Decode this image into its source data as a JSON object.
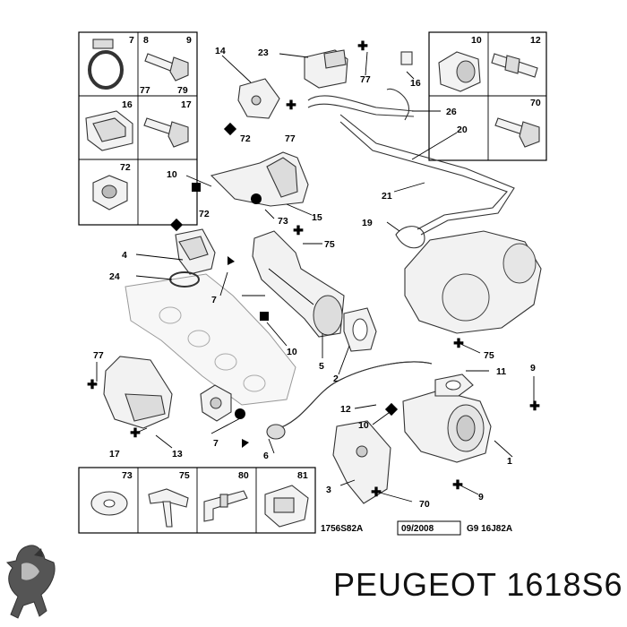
{
  "callouts": {
    "c1": "1",
    "c2": "2",
    "c3": "3",
    "c4": "4",
    "c5": "5",
    "c6": "6",
    "c7a": "7",
    "c7b": "7",
    "c7c": "7",
    "c8": "8",
    "c9a": "9",
    "c9b": "9",
    "c10a": "10",
    "c10b": "10",
    "c10c": "10",
    "c10d": "10",
    "c11": "11",
    "c12a": "12",
    "c12b": "12",
    "c13": "13",
    "c14": "14",
    "c15": "15",
    "c16a": "16",
    "c16b": "16",
    "c17a": "17",
    "c17b": "17",
    "c19": "19",
    "c20": "20",
    "c21": "21",
    "c23": "23",
    "c24": "24",
    "c26": "26",
    "c70a": "70",
    "c70b": "70",
    "c72a": "72",
    "c72b": "72",
    "c72c": "72",
    "c73a": "73",
    "c73b": "73",
    "c75a": "75",
    "c75b": "75",
    "c75c": "75",
    "c77a": "77",
    "c77b": "77",
    "c77c": "77",
    "c77d": "77",
    "c79": "79",
    "c80": "80",
    "c81": "81"
  },
  "codes": {
    "left": "1756S82A",
    "date": "09/2008",
    "right": "G9 16J82A"
  },
  "brand_text": "PEUGEOT 1618S6",
  "colors": {
    "ink": "#000000",
    "part_fill": "#f2f2f2",
    "part_shade": "#dcdcdc"
  }
}
